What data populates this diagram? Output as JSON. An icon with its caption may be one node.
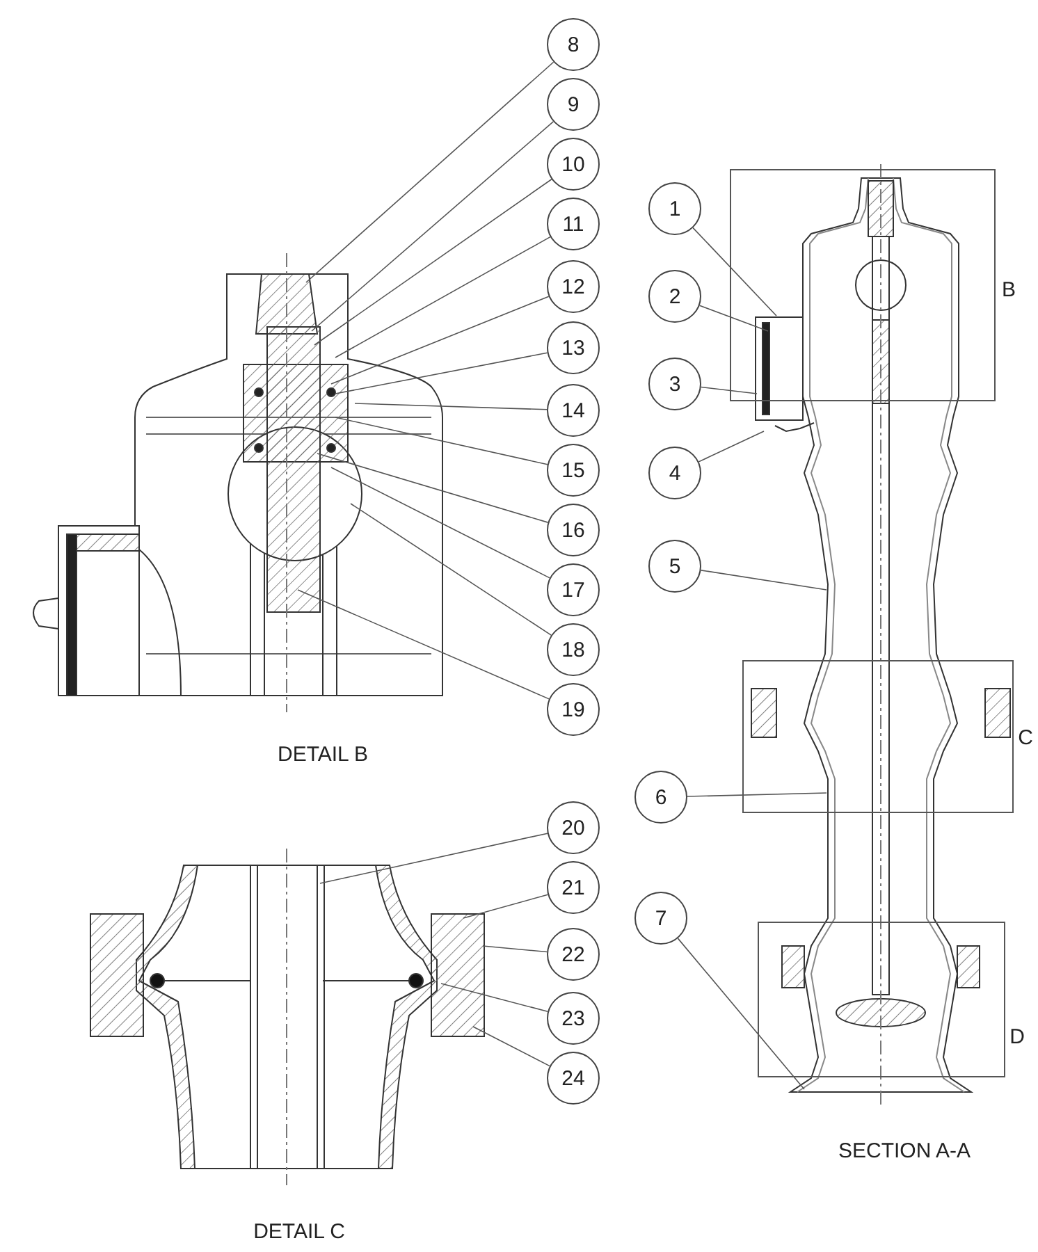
{
  "diagram": {
    "nodes": [
      {
        "text": [
          "1"
        ]
      },
      {
        "text": [
          "2"
        ]
      },
      {
        "text": [
          "3"
        ]
      },
      {
        "text": [
          "4"
        ]
      },
      {
        "text": [
          "5"
        ]
      },
      {
        "text": [
          "6"
        ]
      },
      {
        "text": [
          "7"
        ]
      },
      {
        "text": [
          "8"
        ]
      },
      {
        "text": [
          "9"
        ]
      },
      {
        "text": [
          "10"
        ]
      },
      {
        "text": [
          "11"
        ]
      },
      {
        "text": [
          "12"
        ]
      },
      {
        "text": [
          "13"
        ]
      },
      {
        "text": [
          "14"
        ]
      },
      {
        "text": [
          "15"
        ]
      },
      {
        "text": [
          "16"
        ]
      },
      {
        "text": [
          "17"
        ]
      },
      {
        "text": [
          "18"
        ]
      },
      {
        "text": [
          "19"
        ]
      },
      {
        "text": [
          "20"
        ]
      },
      {
        "text": [
          "21"
        ]
      },
      {
        "text": [
          "22"
        ]
      },
      {
        "text": [
          "23"
        ]
      },
      {
        "text": [
          "24"
        ]
      }
    ],
    "edges": [
      {
        "from": 0,
        "to": null,
        "arrow": "none"
      },
      {
        "from": 1,
        "to": null,
        "arrow": "none"
      },
      {
        "from": 2,
        "to": null,
        "arrow": "none"
      },
      {
        "from": 3,
        "to": null,
        "arrow": "none"
      },
      {
        "from": 4,
        "to": null,
        "arrow": "none"
      },
      {
        "from": 5,
        "to": null,
        "arrow": "none"
      },
      {
        "from": 6,
        "to": null,
        "arrow": "none"
      },
      {
        "from": 7,
        "to": null,
        "arrow": "none"
      },
      {
        "from": 8,
        "to": null,
        "arrow": "none"
      },
      {
        "from": 9,
        "to": null,
        "arrow": "none"
      },
      {
        "from": 10,
        "to": null,
        "arrow": "none"
      },
      {
        "from": 11,
        "to": null,
        "arrow": "none"
      },
      {
        "from": 12,
        "to": null,
        "arrow": "none"
      },
      {
        "from": 13,
        "to": null,
        "arrow": "none"
      },
      {
        "from": 14,
        "to": null,
        "arrow": "none"
      },
      {
        "from": 15,
        "to": null,
        "arrow": "none"
      },
      {
        "from": 16,
        "to": null,
        "arrow": "none"
      },
      {
        "from": 17,
        "to": null,
        "arrow": "none"
      },
      {
        "from": 18,
        "to": null,
        "arrow": "none"
      },
      {
        "from": 19,
        "to": null,
        "arrow": "none"
      },
      {
        "from": 20,
        "to": null,
        "arrow": "none"
      },
      {
        "from": 21,
        "to": null,
        "arrow": "none"
      },
      {
        "from": 22,
        "to": null,
        "arrow": "none"
      },
      {
        "from": 23,
        "to": null,
        "arrow": "none"
      }
    ],
    "labels": [
      "B",
      "C",
      "DETAIL B",
      "D",
      "SECTION A-A",
      "DETAIL C"
    ]
  }
}
